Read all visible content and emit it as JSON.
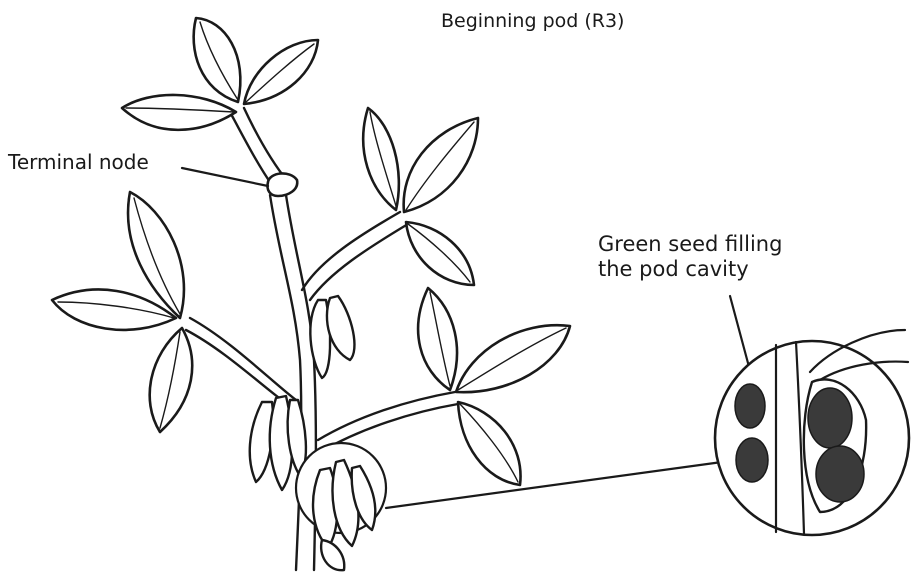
{
  "figure": {
    "stage_label": "Beginning pod (R3)",
    "terminal_node_label": "Terminal node",
    "seed_label_line1": "Green seed filling",
    "seed_label_line2": "the pod cavity"
  }
}
